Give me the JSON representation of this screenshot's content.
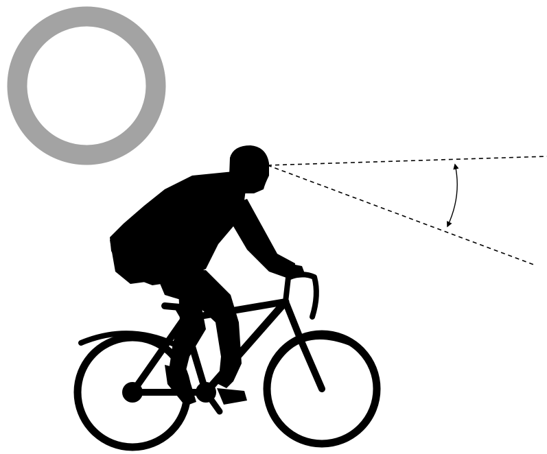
{
  "diagram": {
    "elements": [
      "sun-ring-icon",
      "cyclist-silhouette-icon",
      "bicycle-icon",
      "sight-line-upper",
      "sight-line-lower",
      "view-angle-arrow"
    ]
  },
  "colors": {
    "background": "#ffffff",
    "ring": "#a3a3a3",
    "silhouette": "#000000",
    "lines": "#000000"
  }
}
